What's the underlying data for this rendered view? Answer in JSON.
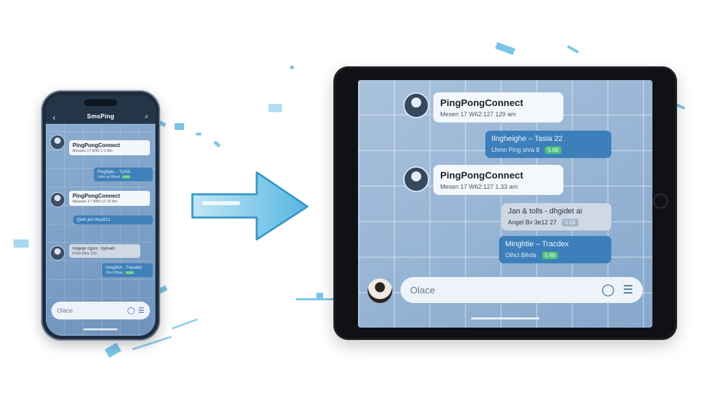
{
  "phone": {
    "title": "SmsPing",
    "back_icon": "chevron-left-icon",
    "search_icon": "search-icon",
    "messages": [
      {
        "type": "received",
        "title": "PingPongConnect",
        "subtitle": "Messen 17 W42 1 2 8m"
      },
      {
        "type": "sent",
        "text": "Pingfigle – Ts/S3",
        "meta": "Lit4m ps Blcod",
        "badge": "0.03"
      },
      {
        "type": "received",
        "title": "PingPongConnect",
        "subtitle": "Mewsen 17 W82:12 25 8m"
      },
      {
        "type": "sent",
        "text": "Qlefi anl Hhsilt12",
        "meta": "",
        "badge": ""
      },
      {
        "type": "gray",
        "text": "Imgeipr rtgsm : bylinaih",
        "meta": "Ptnbl BHs 129",
        "badge": ""
      },
      {
        "type": "sent",
        "text": "Hmgifhh - Trandict",
        "meta": "Ohrcl Blhas",
        "badge": "1.56"
      }
    ],
    "input_placeholder": "Olace"
  },
  "tablet": {
    "messages": [
      {
        "type": "received",
        "title": "PingPongConnect",
        "subtitle": "Mesen 17 W62:127 129 am"
      },
      {
        "type": "sent",
        "text": "Ilngheighe – Tasla 22",
        "meta": "Lhmn Ping sh/a 8",
        "badge": "5.68"
      },
      {
        "type": "received",
        "title": "PingPongConnect",
        "subtitle": "Mesen 17 W62:127 1.33 am"
      },
      {
        "type": "gray",
        "text": "Jan & tolls - dhgidet ai",
        "meta": "Angel Bv 3e12 27",
        "badge": "0.03"
      },
      {
        "type": "sent",
        "text": "Minghtie – Tracdex",
        "meta": "Olhcl Blhds",
        "badge": "5.68"
      }
    ],
    "input_placeholder": "Olace",
    "chat_icon": "chat-bubble-icon",
    "menu_icon": "list-icon"
  },
  "arrow": {
    "icon": "arrow-right-icon",
    "color": "#4fb3df"
  }
}
